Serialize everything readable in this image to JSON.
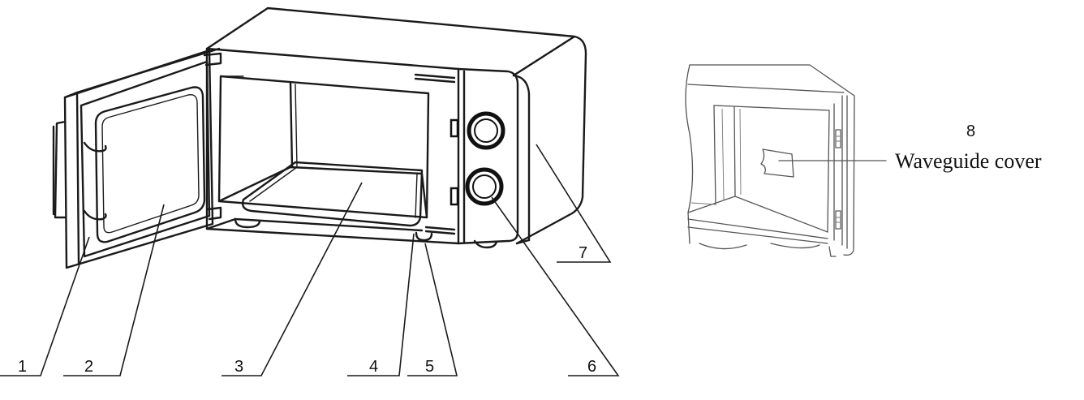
{
  "diagram": {
    "callouts": [
      {
        "id": "1",
        "label": "1"
      },
      {
        "id": "2",
        "label": "2"
      },
      {
        "id": "3",
        "label": "3"
      },
      {
        "id": "4",
        "label": "4"
      },
      {
        "id": "5",
        "label": "5"
      },
      {
        "id": "6",
        "label": "6"
      },
      {
        "id": "7",
        "label": "7"
      },
      {
        "id": "8",
        "label": "8"
      }
    ],
    "detail_label": "Waveguide cover"
  }
}
